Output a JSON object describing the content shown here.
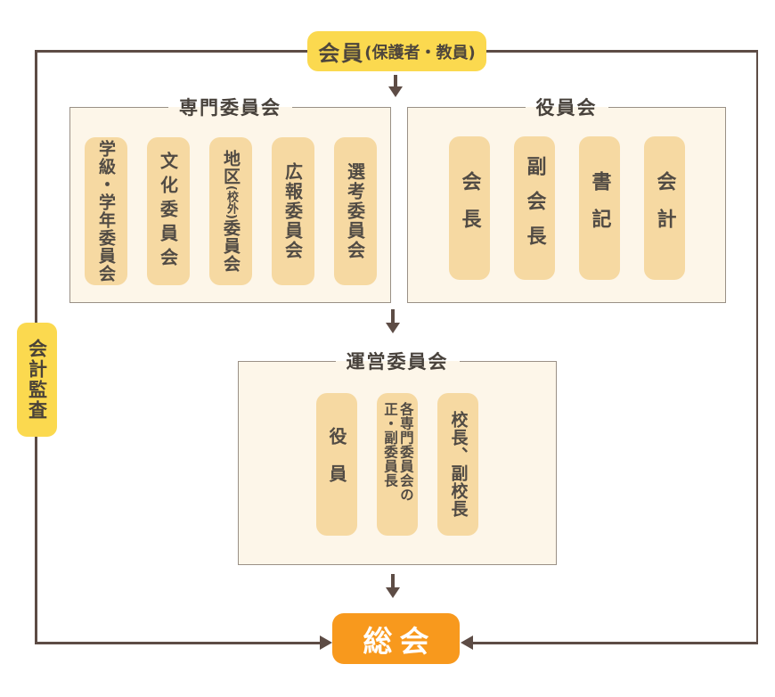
{
  "colors": {
    "member_yellow": "#FBD94F",
    "meeting_orange": "#F8991D",
    "pill_tan": "#F6D9A2",
    "panel_cream": "#FDF6E9",
    "panel_border_gray": "#9A9086",
    "connector_brown": "#5D4C45",
    "text_dark": "#4E463C"
  },
  "member_box": {
    "label": "会員",
    "sub_label": "(保護者・教員)"
  },
  "audit_box": {
    "label": "会計監査"
  },
  "panels": {
    "senmon": {
      "title": "専門委員会",
      "items": [
        {
          "label": "学級・学年委員会"
        },
        {
          "label": "文化委員会"
        },
        {
          "label": "地区(校外)委員会",
          "pre": "地区",
          "paren": "(校外)",
          "post": "委員会"
        },
        {
          "label": "広報委員会"
        },
        {
          "label": "選考委員会"
        }
      ]
    },
    "yakuin": {
      "title": "役員会",
      "items": [
        {
          "label": "会長"
        },
        {
          "label": "副会長"
        },
        {
          "label": "書記"
        },
        {
          "label": "会計"
        }
      ]
    },
    "unei": {
      "title": "運営委員会",
      "items": [
        {
          "label": "役員"
        },
        {
          "label": "各専門委員会の正・副委員長",
          "line1": "各専門委員会の",
          "line2": "正・副委員長"
        },
        {
          "label": "校長、副校長"
        }
      ]
    }
  },
  "general_meeting_box": {
    "label": "総会"
  }
}
